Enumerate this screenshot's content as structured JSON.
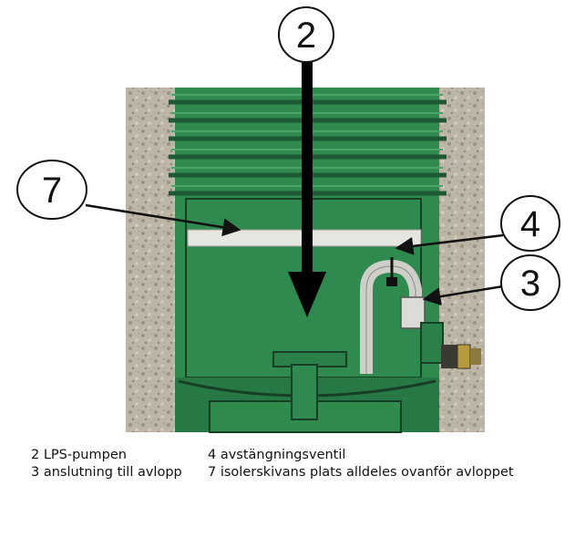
{
  "callouts": {
    "pump": "2",
    "outlet": "3",
    "valve": "4",
    "insulation": "7"
  },
  "legend": {
    "left": [
      "2 LPS-pumpen",
      "3 anslutning till avlopp"
    ],
    "right": [
      "4 avstängningsventil",
      "7 isolerskivans plats alldeles ovanför avloppet"
    ]
  },
  "colors": {
    "tank_green": "#2f8a4e",
    "tank_dark": "#1d5a33",
    "gravel": "#b9b2a3",
    "insulation": "#e6e6e0",
    "pipe": "#cfcfc9"
  }
}
